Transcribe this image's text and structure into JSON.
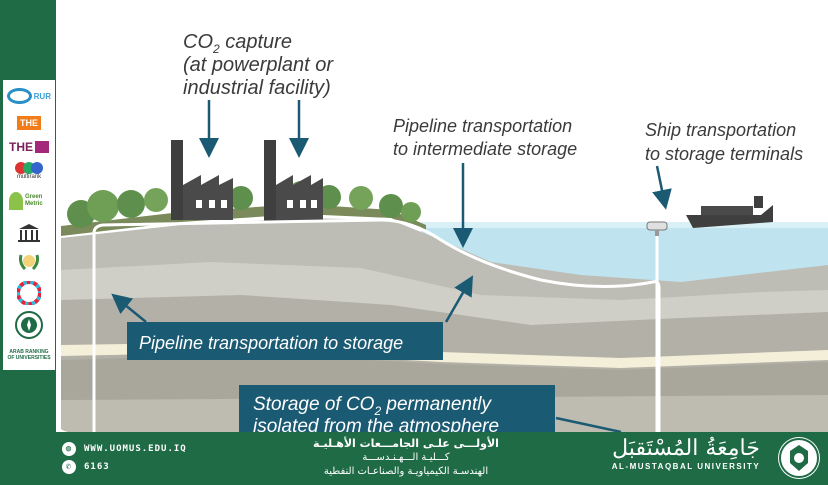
{
  "diagram": {
    "label_capture_1": "CO",
    "label_capture_1b": " capture",
    "label_capture_2": "(at powerplant or",
    "label_capture_3": "industrial facility)",
    "label_pipeline_1": "Pipeline transportation",
    "label_pipeline_2": "to intermediate storage",
    "label_ship_1": "Ship transportation",
    "label_ship_2": "to storage terminals",
    "label_pipeline_storage": "Pipeline transportation to storage",
    "label_storage_1": "Storage of CO",
    "label_storage_1b": " permanently",
    "label_storage_2": "isolated from the atmosphere",
    "subscript": "2"
  },
  "rankings": {
    "items": [
      "RUR",
      "THE",
      "THE",
      "multirank",
      "Green Metric",
      "",
      "",
      "",
      "",
      "ARAB RANKING OF UNIVERSITIES"
    ]
  },
  "footer": {
    "website": "WWW.UOMUS.EDU.IQ",
    "phone": "6163",
    "line1": "الأولـــى علـى الجامـــعات الأهـليـة",
    "line2": "كـــليـة الـــهـنـدســـة",
    "line3": "الهندسـة الكيمياويـة والصناعـات النفطية",
    "logo_ar": "جَامِعَةُ المُسْتَقبَل",
    "logo_en": "AL-MUSTAQBAL UNIVERSITY"
  },
  "colors": {
    "brand_green": "#1f6b46",
    "callout_box": "#1b5a73",
    "arrow": "#1b5a73",
    "water": "#bfe3ef",
    "grass": "#5f8f4d"
  }
}
